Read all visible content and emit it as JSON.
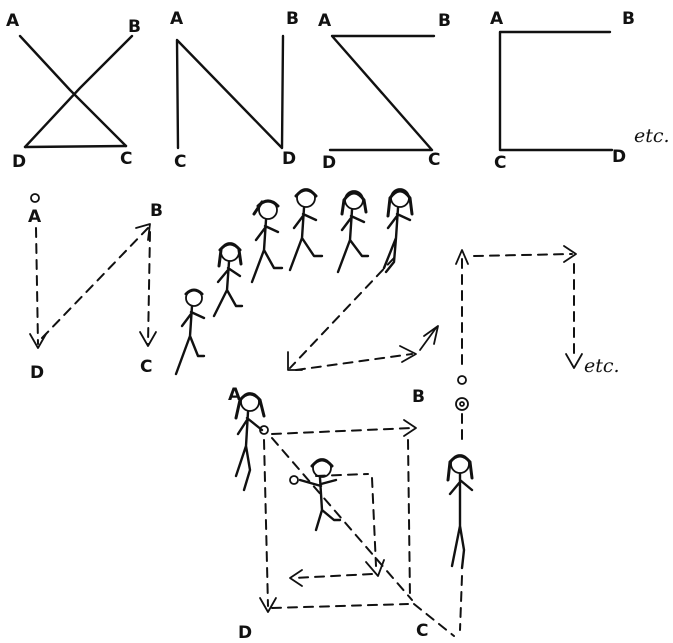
{
  "diagrams": {
    "crossed": {
      "a": "A",
      "b": "B",
      "c": "C",
      "d": "D"
    },
    "n_shape": {
      "a": "A",
      "b": "B",
      "c": "C",
      "d": "D"
    },
    "z_shape": {
      "a": "A",
      "b": "B",
      "c": "C",
      "d": "D"
    },
    "bracket": {
      "a": "A",
      "b": "B",
      "c": "C",
      "d": "D",
      "etc": "etc."
    }
  },
  "middle": {
    "a": "A",
    "b": "B",
    "c": "C",
    "d": "D",
    "etc": "etc."
  },
  "bottom": {
    "a": "A",
    "b": "B",
    "c": "C",
    "d": "D"
  },
  "colors": {
    "ink": "#111111",
    "paper": "#ffffff"
  }
}
